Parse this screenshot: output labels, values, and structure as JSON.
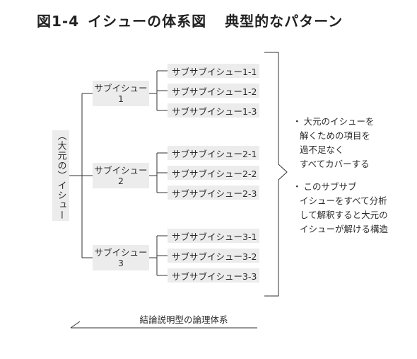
{
  "title": {
    "figure": "図1",
    "number": "-4",
    "main": "イシューの体系図",
    "subtitle": "典型的なパターン"
  },
  "root": {
    "label": "（大元の）イシュー"
  },
  "branches": [
    {
      "line1": "サブイシュー",
      "line2": "1",
      "leaves": [
        "サブサブイシュー1-1",
        "サブサブイシュー1-2",
        "サブサブイシュー1-3"
      ]
    },
    {
      "line1": "サブイシュー",
      "line2": "2",
      "leaves": [
        "サブサブイシュー2-1",
        "サブサブイシュー2-2",
        "サブサブイシュー2-3"
      ]
    },
    {
      "line1": "サブイシュー",
      "line2": "3",
      "leaves": [
        "サブサブイシュー3-1",
        "サブサブイシュー3-2",
        "サブサブイシュー3-3"
      ]
    }
  ],
  "notes": {
    "bullet": "・",
    "note1": [
      "大元のイシューを",
      "解くための項目を",
      "過不足なく",
      "すべてカバーする"
    ],
    "note2": [
      "このサブサブ",
      "イシューをすべて分析",
      "して解釈すると大元の",
      "イシューが解ける構造"
    ]
  },
  "caption": "結論説明型の論理体系",
  "colors": {
    "box_fill": "#ececec",
    "line": "#333333",
    "text": "#222222"
  }
}
